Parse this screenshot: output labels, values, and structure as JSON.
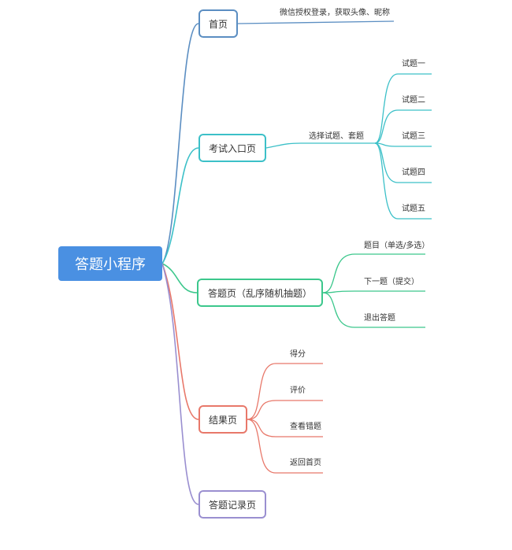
{
  "root": {
    "label": "答题小程序",
    "color": "#4a90e2"
  },
  "branches": [
    {
      "id": "home",
      "label": "首页",
      "color": "#5b8ec2",
      "children": [
        {
          "label": "微信授权登录，获取头像、昵称"
        }
      ]
    },
    {
      "id": "exam-entry",
      "label": "考试入口页",
      "color": "#3cc0c8",
      "children": [
        {
          "label": "选择试题、套题",
          "children": [
            {
              "label": "试题一"
            },
            {
              "label": "试题二"
            },
            {
              "label": "试题三"
            },
            {
              "label": "试题四"
            },
            {
              "label": "试题五"
            }
          ]
        }
      ]
    },
    {
      "id": "answer",
      "label": "答题页（乱序随机抽题）",
      "color": "#3cc78c",
      "children": [
        {
          "label": "题目（单选/多选）"
        },
        {
          "label": "下一题（提交）"
        },
        {
          "label": "退出答题"
        }
      ]
    },
    {
      "id": "result",
      "label": "结果页",
      "color": "#e8786a",
      "children": [
        {
          "label": "得分"
        },
        {
          "label": "评价"
        },
        {
          "label": "查看错题"
        },
        {
          "label": "返回首页"
        }
      ]
    },
    {
      "id": "record",
      "label": "答题记录页",
      "color": "#9a8fd0",
      "children": []
    }
  ]
}
